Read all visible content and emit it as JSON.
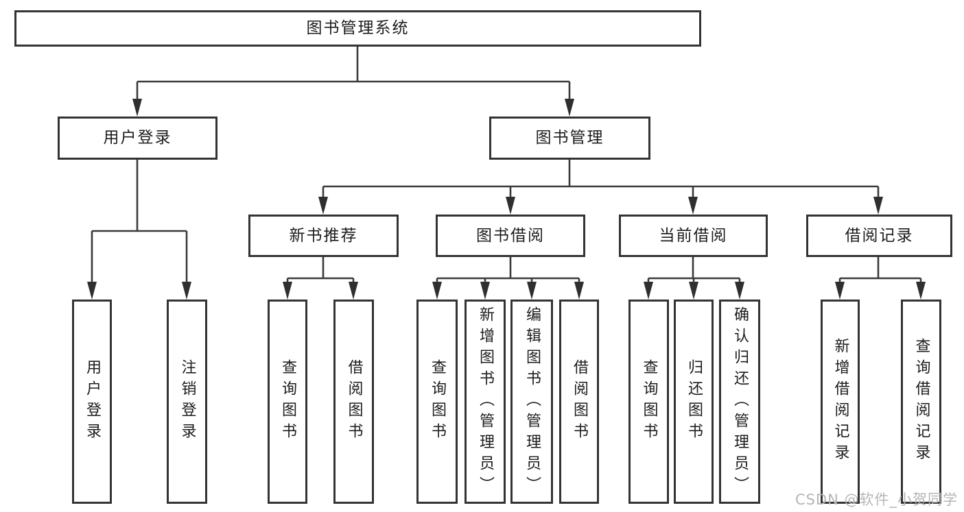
{
  "diagram": {
    "title": "图书管理系统",
    "level2": [
      {
        "label": "用户登录"
      },
      {
        "label": "图书管理"
      }
    ],
    "level3": [
      {
        "label": "新书推荐"
      },
      {
        "label": "图书借阅"
      },
      {
        "label": "当前借阅"
      },
      {
        "label": "借阅记录"
      }
    ],
    "leaves": {
      "user_login": [
        "用户登录",
        "注销登录"
      ],
      "new_books": [
        "查询图书",
        "借阅图书"
      ],
      "book_borrow": [
        "查询图书",
        "新增图书（管理员）",
        "编辑图书（管理员）",
        "借阅图书"
      ],
      "current_borrow": [
        "查询图书",
        "归还图书",
        "确认归还（管理员）"
      ],
      "borrow_records": [
        "新增借阅记录",
        "查询借阅记录"
      ]
    }
  },
  "watermark": "CSDN @软件_小贺同学",
  "colors": {
    "line": "#3a3a3a",
    "box_border": "#333333",
    "text": "#1c1c1c",
    "watermark": "#b5b5b5",
    "background": "#ffffff"
  }
}
